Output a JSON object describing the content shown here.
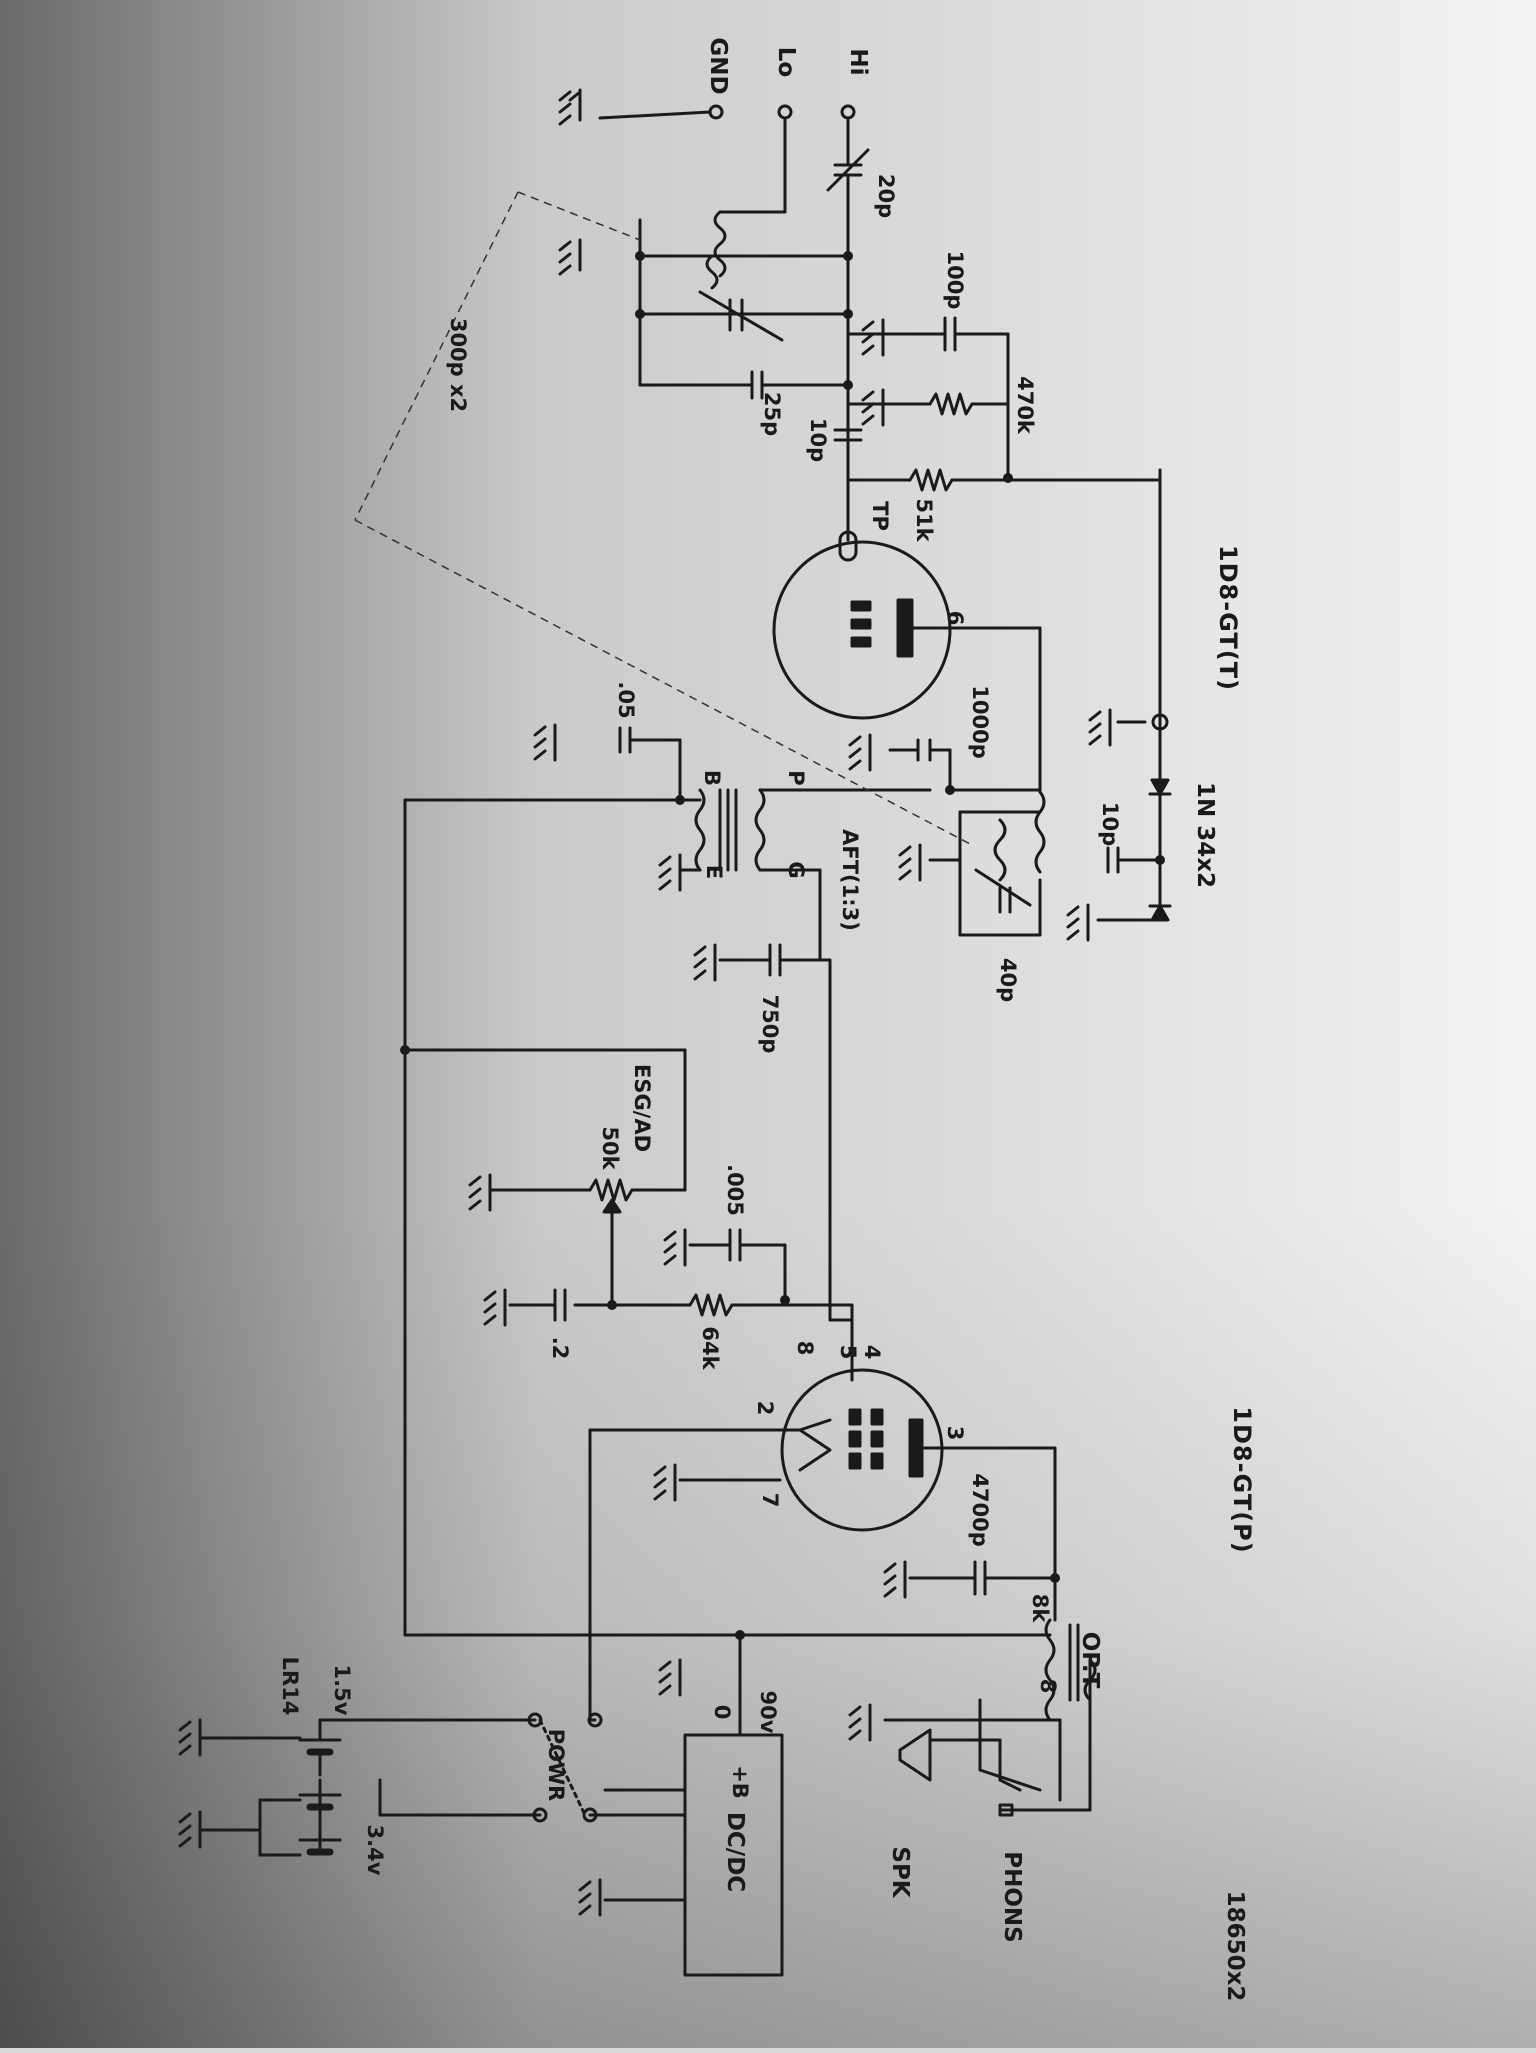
{
  "title_top": "1D8-GT(T)",
  "title_bottom": "1D8-GT(P)",
  "inputs": {
    "hi": "Hi",
    "lo": "Lo",
    "gnd": "GND"
  },
  "components": {
    "c_20p": "20p",
    "c_100p": "100p",
    "r_470k": "470k",
    "c_10p_grid": "10p",
    "c_25p": "25p",
    "r_51k": "51k",
    "tp": "TP",
    "gang_cap": "300p x2",
    "pin6": "6",
    "c_1000p": "1000p",
    "diode": "1N 34x2",
    "c_10p_det": "10p",
    "c_40p": "40p",
    "aft": "AFT(1:3)",
    "aft_p": "P",
    "aft_b": "B",
    "aft_g": "G",
    "aft_e": "E",
    "c_05": ".05",
    "c_750p": "750p",
    "vol_name": "ESG/AD",
    "vol_value": "50k",
    "c_005": ".005",
    "r_64k": "64k",
    "c_2": ".2",
    "pin4": "4",
    "pin5": "5",
    "pin8": "8",
    "pin2": "2",
    "pin3": "3",
    "pin7": "7",
    "c_4700p": "4700p",
    "r_8k": "8k",
    "opt": "OP.T",
    "opt_pin8": "8",
    "phons": "PHONS",
    "spk": "SPK",
    "v90": "90v",
    "zero": "0",
    "plus_b": "+B",
    "dcdc": "DC/DC",
    "powr": "POWR",
    "v15": "1.5v",
    "lr14": "LR14",
    "v34": "3.4v",
    "bat18650": "18650x2"
  },
  "colors": {
    "paper": "#f2f2f4",
    "ink": "#1a1a1a",
    "shadow": "#5a5a5a"
  }
}
